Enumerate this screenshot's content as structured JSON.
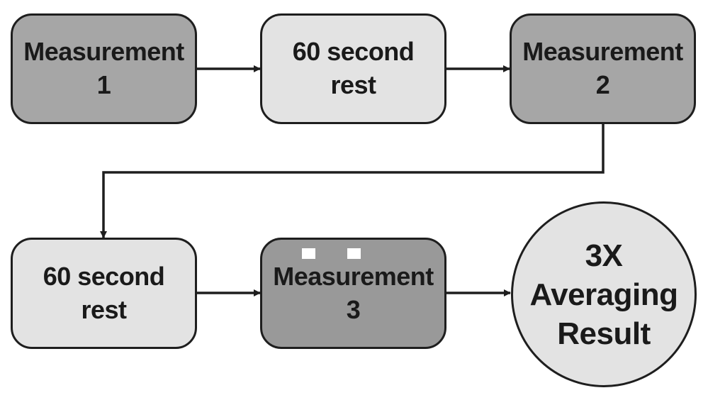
{
  "diagram": {
    "type": "flowchart",
    "steps": [
      {
        "id": "measurement-1",
        "lines": [
          "Measurement",
          "1"
        ]
      },
      {
        "id": "rest-1",
        "lines": [
          "60 second",
          "rest"
        ]
      },
      {
        "id": "measurement-2",
        "lines": [
          "Measurement",
          "2"
        ]
      },
      {
        "id": "rest-2",
        "lines": [
          "60 second",
          "rest"
        ]
      },
      {
        "id": "measurement-3",
        "lines": [
          "Measurement",
          "3"
        ]
      },
      {
        "id": "result",
        "lines": [
          "3X",
          "Averaging",
          "Result"
        ]
      }
    ],
    "connections": [
      [
        "measurement-1",
        "rest-1"
      ],
      [
        "rest-1",
        "measurement-2"
      ],
      [
        "measurement-2",
        "rest-2"
      ],
      [
        "rest-2",
        "measurement-3"
      ],
      [
        "measurement-3",
        "result"
      ]
    ],
    "colors": {
      "measurement_fill": "#a6a6a6",
      "measurement_3_fill": "#999999",
      "rest_fill": "#e3e3e3",
      "result_fill": "#e3e3e3",
      "stroke": "#1e1e1e"
    }
  }
}
